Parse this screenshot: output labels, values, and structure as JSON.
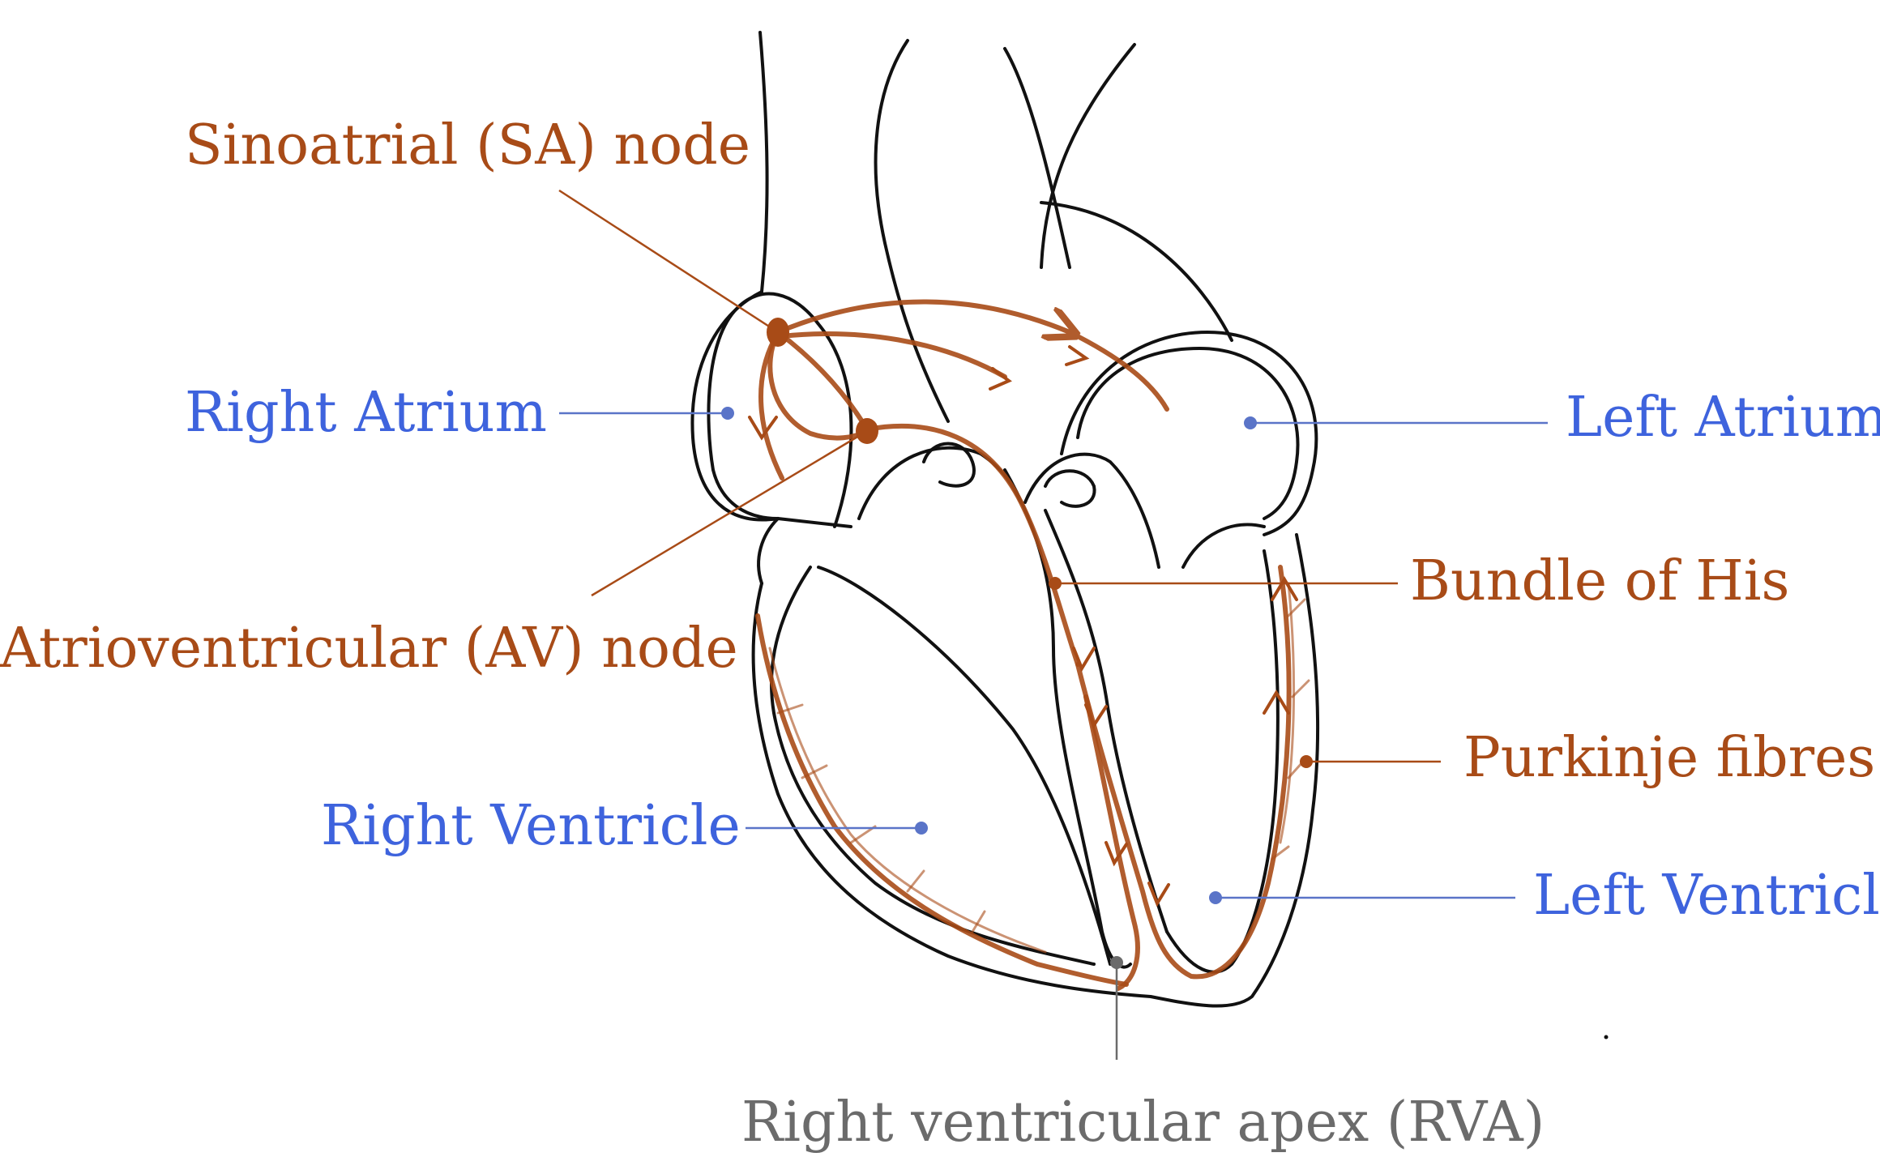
{
  "colors": {
    "conduction": "#A84B17",
    "chamber": "#3E63DD",
    "chamber_dot": "#5A74C8",
    "apex": "#6B6B6B",
    "outline": "#111111"
  },
  "labels": {
    "sa_node": "Sinoatrial (SA) node",
    "right_atrium": "Right Atrium",
    "av_node": "Atrioventricular (AV) node",
    "right_ventricle": "Right Ventricle",
    "left_atrium": "Left Atrium",
    "bundle_of_his": "Bundle of His",
    "purkinje_fibres": "Purkinje fibres",
    "left_ventricle": "Left Ventricle",
    "rva": "Right ventricular apex (RVA)"
  }
}
